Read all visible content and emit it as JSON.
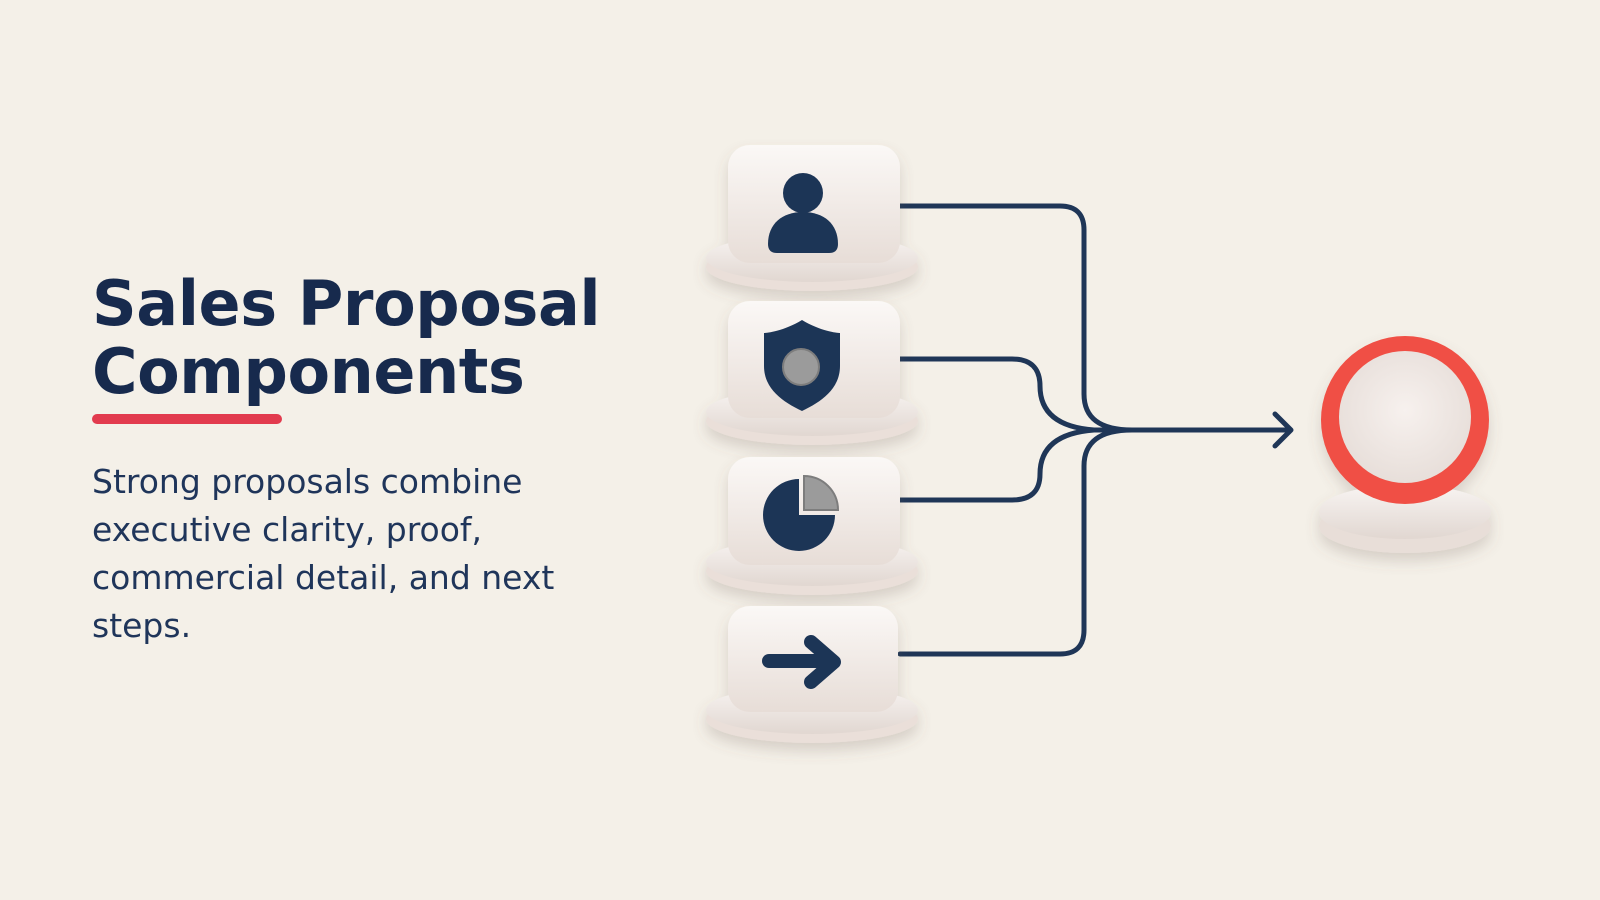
{
  "slide": {
    "title_line_1": "Sales Proposal",
    "title_line_2": "Components",
    "description": "Strong proposals combine executive clarity, proof, commercial detail, and next steps."
  },
  "diagram": {
    "inputs": [
      {
        "icon": "person-icon"
      },
      {
        "icon": "shield-icon"
      },
      {
        "icon": "pie-chart-icon"
      },
      {
        "icon": "arrow-right-icon"
      }
    ],
    "output": {
      "icon": "target-ring"
    }
  },
  "colors": {
    "background": "#f4f0e8",
    "title": "#172a4d",
    "navy": "#1f3657",
    "accent_red": "#e23b4e",
    "target_red": "#f05044",
    "card": "#efe6e1",
    "base": "#f1e9e5",
    "grey": "#9b9b9b"
  }
}
